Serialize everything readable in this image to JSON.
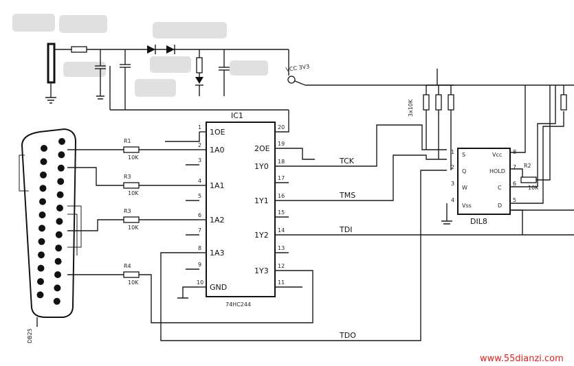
{
  "ic1": {
    "ref": "IC1",
    "part": "74HC244",
    "left_pins": [
      {
        "num": "1",
        "name": "1OE"
      },
      {
        "num": "2",
        "name": "1A0"
      },
      {
        "num": "4",
        "name": "1A1"
      },
      {
        "num": "6",
        "name": "1A2"
      },
      {
        "num": "8",
        "name": "1A3"
      },
      {
        "num": "10",
        "name": "GND"
      }
    ],
    "right_pins": [
      {
        "num": "20",
        "name": ""
      },
      {
        "num": "19",
        "name": "2OE"
      },
      {
        "num": "18",
        "name": "1Y0"
      },
      {
        "num": "16",
        "name": "1Y1"
      },
      {
        "num": "14",
        "name": "1Y2"
      },
      {
        "num": "12",
        "name": "1Y3"
      }
    ],
    "extra_pins": [
      "3",
      "5",
      "7",
      "9",
      "17",
      "15",
      "13",
      "11"
    ]
  },
  "eeprom": {
    "part": "DIL8",
    "pins_left": [
      {
        "num": "1",
        "name": "S"
      },
      {
        "num": "2",
        "name": "Q"
      },
      {
        "num": "3",
        "name": "W"
      },
      {
        "num": "4",
        "name": "Vss"
      }
    ],
    "pins_right": [
      {
        "num": "8",
        "name": "Vcc"
      },
      {
        "num": "7",
        "name": "HOLD"
      },
      {
        "num": "6",
        "name": "C"
      },
      {
        "num": "5",
        "name": "D"
      }
    ]
  },
  "signals": {
    "tck": "TCK",
    "tms": "TMS",
    "tdi": "TDI",
    "tdo": "TDO"
  },
  "resistors": [
    {
      "ref": "R1",
      "value": "10K"
    },
    {
      "ref": "R3",
      "value": "10K"
    },
    {
      "ref": "R3",
      "value": "10K"
    },
    {
      "ref": "R4",
      "value": "10K"
    }
  ],
  "r2": {
    "ref": "R2",
    "value": "10K"
  },
  "pullups": {
    "label": "3x10K"
  },
  "vcc": {
    "label": "VCC 3V3"
  },
  "connector_label": "DB25",
  "watermark": "www.55dianzi.com"
}
